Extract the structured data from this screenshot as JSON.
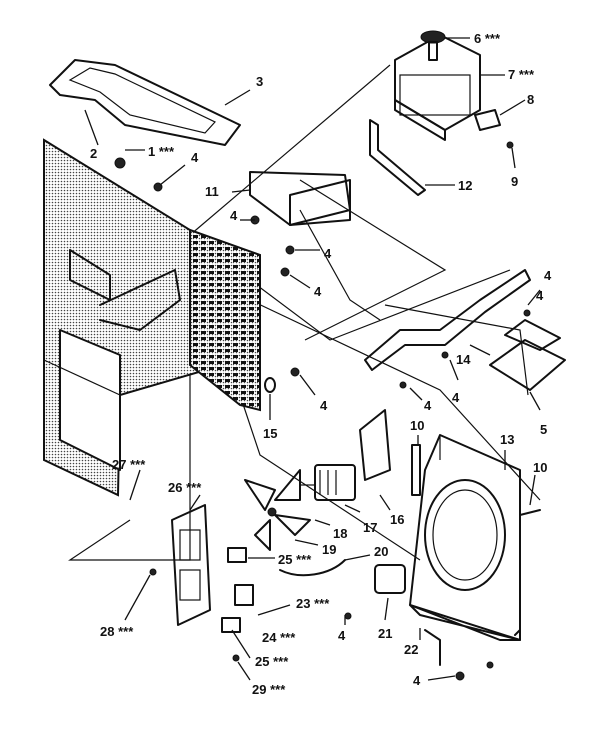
{
  "labels": {
    "l1": "1 ***",
    "l2": "2",
    "l3": "3",
    "l4a": "4",
    "l4b": "4",
    "l4c": "4",
    "l4d": "4",
    "l4e": "4",
    "l4f": "4",
    "l4g": "4",
    "l4h": "4",
    "l4i": "4",
    "l4j": "4",
    "l4k": "4",
    "l5": "5",
    "l6": "6 ***",
    "l7": "7 ***",
    "l8": "8",
    "l9": "9",
    "l10a": "10",
    "l10b": "10",
    "l11": "11",
    "l12": "12",
    "l13": "13",
    "l14": "14",
    "l15": "15",
    "l16": "16",
    "l17": "17",
    "l18": "18",
    "l19": "19",
    "l20": "20",
    "l21": "21",
    "l22": "22",
    "l23": "23 ***",
    "l24": "24 ***",
    "l25a": "25 ***",
    "l25b": "25 ***",
    "l26": "26 ***",
    "l27": "27 ***",
    "l28": "28 ***",
    "l29": "29 ***"
  }
}
